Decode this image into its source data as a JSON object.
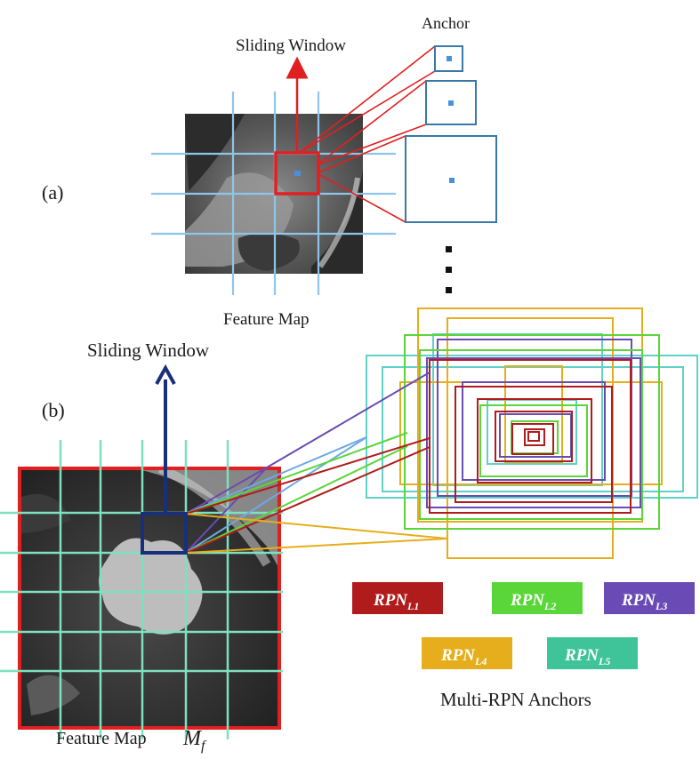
{
  "panel_a": {
    "panel_label": "(a)",
    "sliding_window_label": "Sliding Window",
    "anchor_label": "Anchor",
    "feature_map_label": "Feature Map",
    "colors": {
      "grid": "#8ec5e8",
      "window": "#e02020",
      "anchor": "#3a78a8",
      "anchor_center": "#4a90d9"
    }
  },
  "panel_b": {
    "panel_label": "(b)",
    "sliding_window_label": "Sliding Window",
    "feature_map_label": "Feature Map",
    "feature_map_symbol": "M",
    "feature_map_subscript": "f",
    "anchors_caption": "Multi-RPN Anchors",
    "colors": {
      "grid": "#7fe0c0",
      "border": "#e02020",
      "window": "#1a2f7a"
    },
    "legend": [
      {
        "base": "RPN",
        "sub": "L1",
        "color": "#b01c1c"
      },
      {
        "base": "RPN",
        "sub": "L2",
        "color": "#5bd63a"
      },
      {
        "base": "RPN",
        "sub": "L3",
        "color": "#6a4bb5"
      },
      {
        "base": "RPN",
        "sub": "L4",
        "color": "#e6ae1c"
      },
      {
        "base": "RPN",
        "sub": "L5",
        "color": "#3fc49a"
      }
    ]
  }
}
